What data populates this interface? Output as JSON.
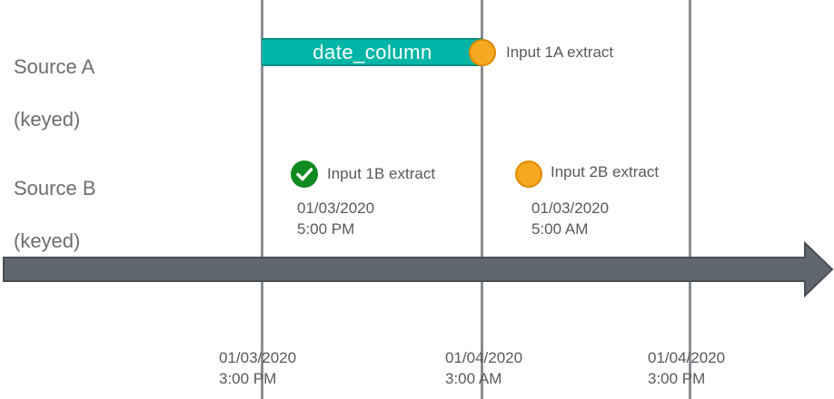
{
  "sources": [
    {
      "line1": "Source A",
      "line2": "(keyed)"
    },
    {
      "line1": "Source B",
      "line2": "(keyed)"
    }
  ],
  "bar": {
    "label": "date_column",
    "color": "#00b5a5"
  },
  "events": [
    {
      "label": "Input 1A extract",
      "status": "pending",
      "icon": "orange-circle-icon"
    },
    {
      "label": "Input 1B extract",
      "status": "complete",
      "icon": "green-check-icon",
      "date": "01/03/2020",
      "time": "5:00 PM"
    },
    {
      "label": "Input 2B extract",
      "status": "pending",
      "icon": "orange-circle-icon",
      "date": "01/03/2020",
      "time": "5:00 AM"
    }
  ],
  "axis_ticks": [
    {
      "date": "01/03/2020",
      "time": "3:00 PM"
    },
    {
      "date": "01/04/2020",
      "time": "3:00 AM"
    },
    {
      "date": "01/04/2020",
      "time": "3:00 PM"
    }
  ],
  "colors": {
    "axis_arrow": "#5f666d",
    "gridline": "#8a8e93",
    "pending": "#f6a821",
    "complete": "#0f8a1f",
    "text": "#59595b"
  }
}
